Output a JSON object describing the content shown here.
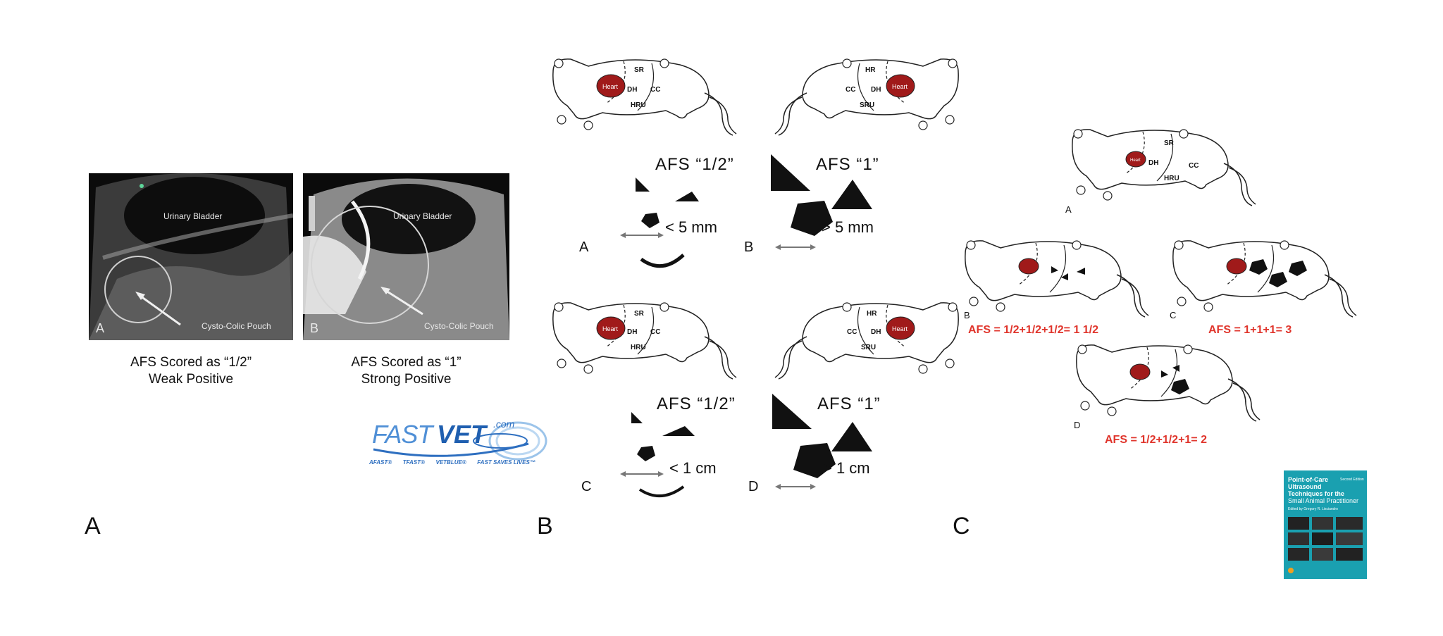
{
  "panels": {
    "a": "A",
    "b": "B",
    "c": "C"
  },
  "ultrasound": [
    {
      "bladder_label": "Urinary Bladder",
      "pouch_label": "Cysto-Colic Pouch",
      "letter": "A",
      "caption_line1": "AFS Scored as “1/2”",
      "caption_line2": "Weak Positive"
    },
    {
      "bladder_label": "Urinary Bladder",
      "pouch_label": "Cysto-Colic Pouch",
      "letter": "B",
      "caption_line1": "AFS Scored as “1”",
      "caption_line2": "Strong Positive"
    }
  ],
  "logo": {
    "brand_a": "FAST",
    "brand_b": "VET",
    "domain": ".com",
    "tags": [
      "AFAST®",
      "TFAST®",
      "VETBLUE®",
      "FAST SAVES LIVES™"
    ]
  },
  "cats": {
    "heart": "Heart",
    "left_lateral": {
      "top": "SR",
      "mid_a": "DH",
      "mid_b": "CC",
      "bottom": "HRU"
    },
    "right_lateral": {
      "top": "HR",
      "mid_a": "CC",
      "mid_b": "DH",
      "bottom": "SRU"
    }
  },
  "panel_b": {
    "row1": {
      "afs_half": "AFS  “1/2”",
      "afs_one": "AFS  “1”",
      "small": "< 5 mm",
      "large": "> 5 mm",
      "letter_small": "A",
      "letter_large": "B"
    },
    "row2": {
      "afs_half": "AFS  “1/2”",
      "afs_one": "AFS  “1”",
      "small": "< 1 cm",
      "large": "> 1 cm",
      "letter_small": "C",
      "letter_large": "D"
    }
  },
  "panel_c": {
    "letters": [
      "A",
      "B",
      "C",
      "D"
    ],
    "eq_b": "AFS = 1/2+1/2+1/2= 1 1/2",
    "eq_c": "AFS = 1+1+1= 3",
    "eq_d": "AFS = 1/2+1/2+1= 2"
  },
  "book": {
    "title_line1": "Point-of-Care",
    "title_line2": "Ultrasound",
    "title_line3": "Techniques for the",
    "title_line4": "Small Animal Practitioner",
    "edition": "Second Edition",
    "editor": "Edited by Gregory R. Lisciandro"
  },
  "colors": {
    "heart": "#a01a1a",
    "red_text": "#e0352c",
    "logo_blue": "#2e6fc0",
    "book_teal": "#1aa0b0"
  }
}
